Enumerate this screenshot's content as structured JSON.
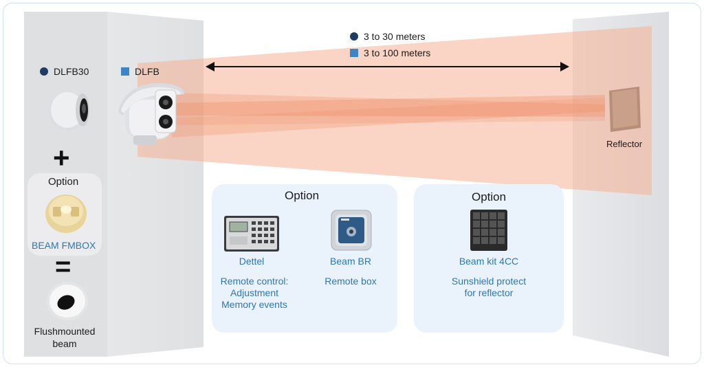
{
  "legend": {
    "range_30": "3 to 30 meters",
    "range_100": "3 to 100 meters",
    "dot_color": "#1f3d64",
    "square_color": "#3d86c6"
  },
  "left": {
    "dlfb30_label": "DLFB30",
    "dlfb_label": "DLFB",
    "plus": "+",
    "option_label": "Option",
    "fmbox_label": "BEAM FMBOX",
    "equals": "=",
    "flush_label_1": "Flushmounted",
    "flush_label_2": "beam"
  },
  "reflector": {
    "label": "Reflector"
  },
  "options_center": {
    "title": "Option",
    "items": [
      {
        "name": "Dettel",
        "desc": [
          "Remote control:",
          "Adjustment",
          "Memory events"
        ]
      },
      {
        "name": "Beam BR",
        "desc": [
          "Remote box"
        ]
      }
    ]
  },
  "options_right": {
    "title": "Option",
    "items": [
      {
        "name": "Beam kit 4CC",
        "desc": [
          "Sunshield protect",
          "for reflector"
        ]
      }
    ]
  },
  "colors": {
    "wall": "#e3e4e6",
    "beam": "#f4a07c",
    "panel": "#eaf2fb",
    "label_blue": "#2a78b4"
  }
}
